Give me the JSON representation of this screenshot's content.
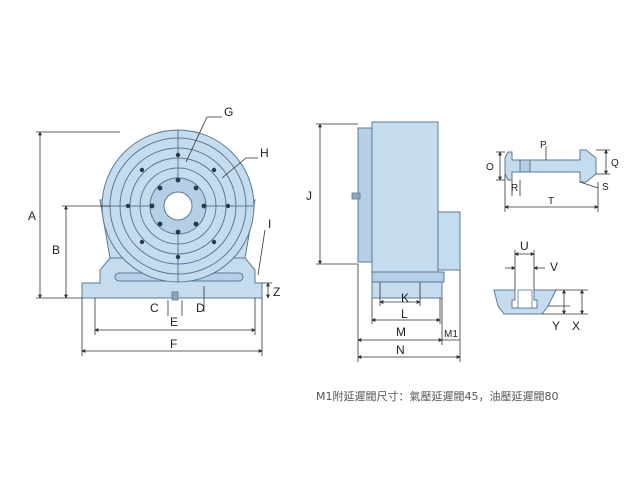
{
  "labels": {
    "A": "A",
    "B": "B",
    "C": "C",
    "D": "D",
    "E": "E",
    "F": "F",
    "G": "G",
    "H": "H",
    "I": "I",
    "Z": "Z",
    "J": "J",
    "K": "K",
    "L": "L",
    "M": "M",
    "M1": "M1",
    "N": "N",
    "O": "O",
    "P": "P",
    "Q": "Q",
    "R": "R",
    "S": "S",
    "T": "T",
    "U": "U",
    "V": "V",
    "X": "X",
    "Y": "Y"
  },
  "note": "M1附延遲閥尺寸：氣壓延遲閥45，油壓延遲閥80",
  "colors": {
    "part": "#c5dcef",
    "outline": "#5a7a95"
  }
}
